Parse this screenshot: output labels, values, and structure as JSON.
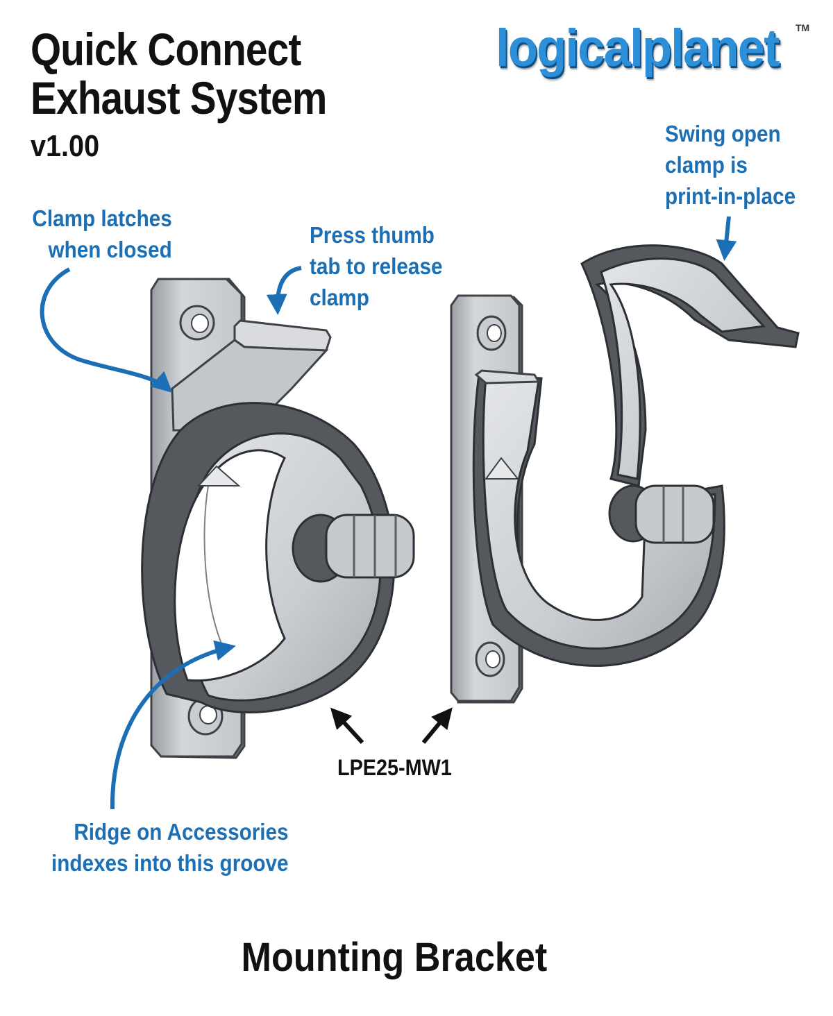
{
  "header": {
    "title_line1": "Quick Connect",
    "title_line2": "Exhaust System",
    "version": "v1.00"
  },
  "logo": {
    "text": "logicalplanet",
    "trademark": "TM",
    "color": "#2d8fd8"
  },
  "callouts": {
    "clamp_latches": [
      "Clamp latches",
      "when closed"
    ],
    "press_thumb": [
      "Press thumb",
      "tab to release",
      "clamp"
    ],
    "swing_open": [
      "Swing open",
      "clamp is",
      "print-in-place"
    ],
    "ridge": [
      "Ridge on Accessories",
      "indexes into this groove"
    ],
    "color": "#1c6fb4"
  },
  "part_number": "LPE25-MW1",
  "caption": "Mounting Bracket"
}
